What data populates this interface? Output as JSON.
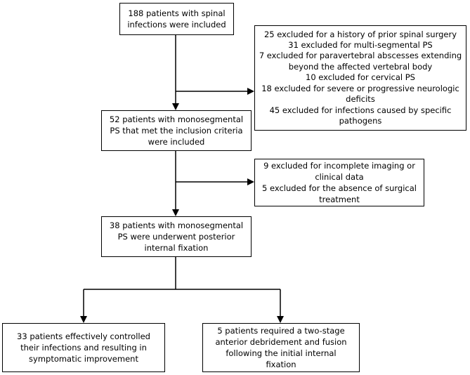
{
  "flowchart": {
    "box_included": {
      "lines": [
        "188 patients with spinal",
        "infections were included"
      ]
    },
    "box_excluded_1": {
      "lines": [
        "25 excluded for a history of prior spinal surgery",
        "31 excluded for multi-segmental PS",
        "7 excluded for paravertebral abscesses extending",
        "beyond the affected vertebral body",
        "10 excluded for cervical PS",
        "18 excluded for severe or progressive neurologic",
        "deficits",
        "45 excluded for infections caused by specific",
        "pathogens"
      ]
    },
    "box_monosegmental": {
      "lines": [
        "52 patients with monosegmental",
        "PS that met the inclusion criteria",
        "were included"
      ]
    },
    "box_excluded_2": {
      "lines": [
        "9 excluded for incomplete imaging or",
        "clinical data",
        "5 excluded for the absence of surgical",
        "treatment"
      ]
    },
    "box_fixation": {
      "lines": [
        "38 patients with monosegmental",
        "PS were underwent posterior",
        "internal fixation"
      ]
    },
    "box_controlled": {
      "lines": [
        "33 patients effectively controlled",
        "their infections and resulting in",
        "symptomatic improvement"
      ]
    },
    "box_two_stage": {
      "lines": [
        "5 patients required a two-stage",
        "anterior debridement and fusion",
        "following the initial internal",
        "fixation"
      ]
    }
  }
}
